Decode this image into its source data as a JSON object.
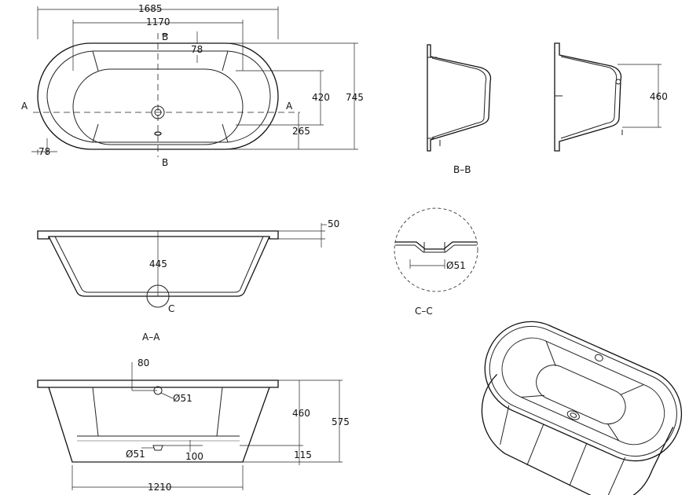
{
  "dimensions": {
    "overall_length": "1685",
    "inner_length": "1170",
    "rim_top": "78",
    "rim_left": "78",
    "inner_width": "420",
    "overall_width": "745",
    "waste_offset": "265",
    "bb_height": "460",
    "rim_thickness": "50",
    "aa_depth": "445",
    "cc_waste": "Ø51",
    "fv_overflow_top": "80",
    "fv_overflow_dia": "Ø51",
    "fv_inner_height": "460",
    "fv_total_height": "575",
    "fv_base_height": "115",
    "fv_waste_dia": "Ø51",
    "fv_waste_offset": "100",
    "fv_base_length": "1210"
  },
  "section_markers": {
    "a": "A",
    "b": "B",
    "c": "C"
  },
  "view_labels": {
    "bb": "B–B",
    "aa": "A–A",
    "cc": "C–C"
  }
}
